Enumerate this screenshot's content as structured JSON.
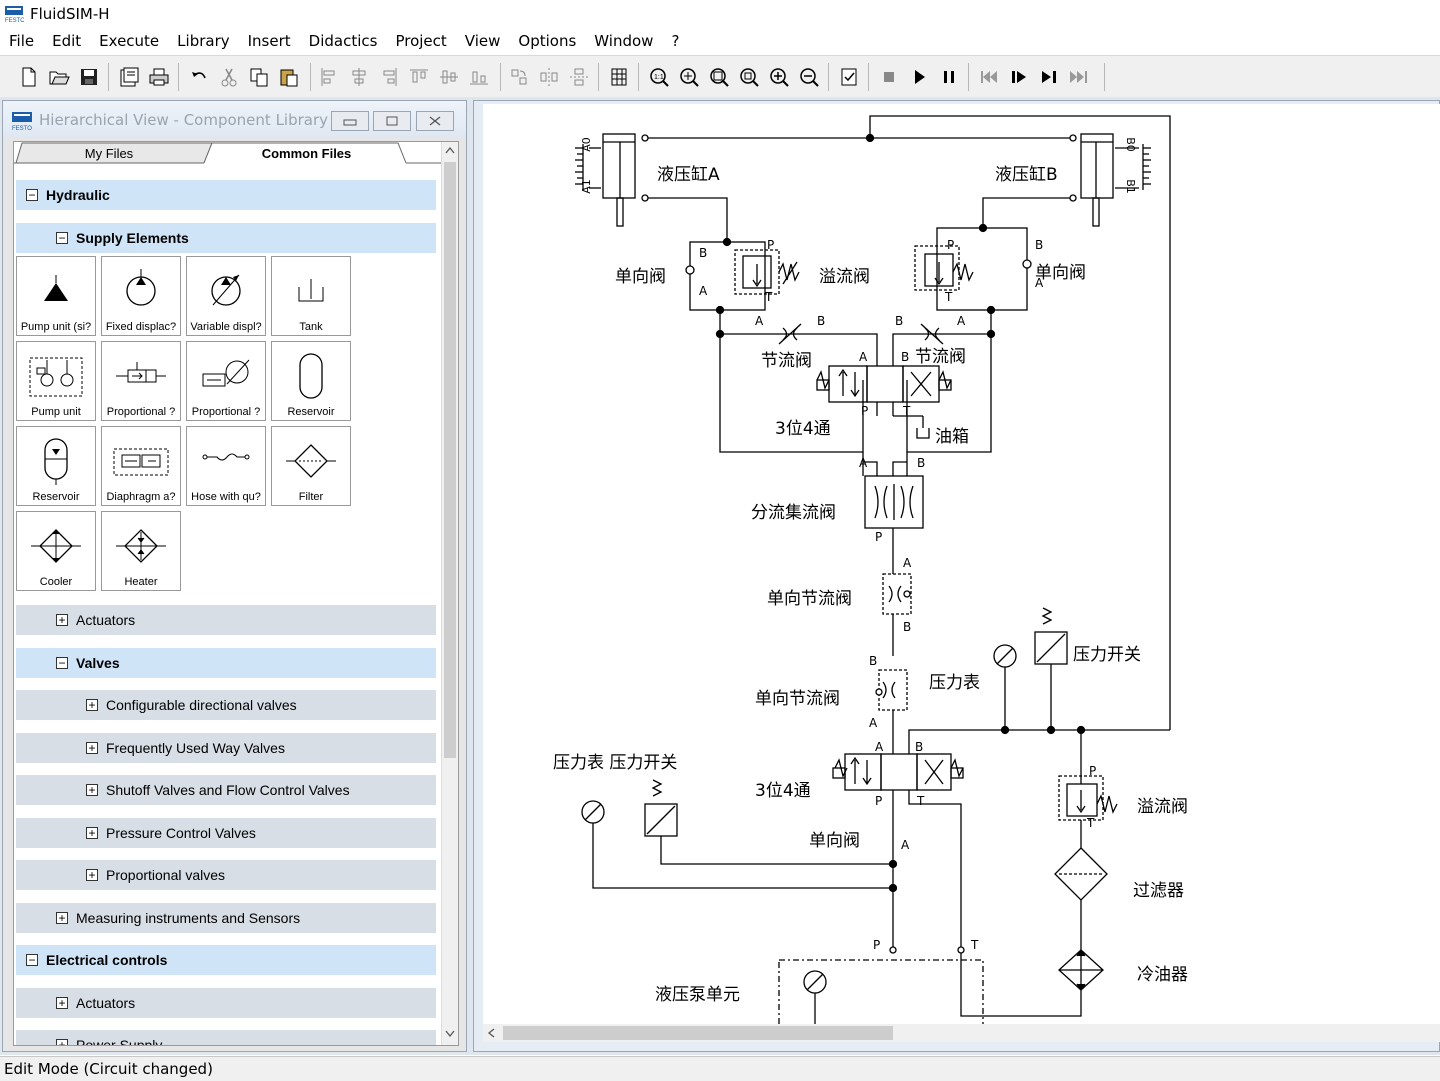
{
  "app": {
    "title": "FluidSIM-H"
  },
  "menu": [
    "File",
    "Edit",
    "Execute",
    "Library",
    "Insert",
    "Didactics",
    "Project",
    "View",
    "Options",
    "Window",
    "?"
  ],
  "toolbar": {
    "icons": [
      "new-file-icon",
      "open-folder-icon",
      "save-icon",
      "print-preview-icon",
      "print-icon",
      "undo-icon",
      "cut-icon",
      "copy-icon",
      "paste-icon",
      "align-left-icon",
      "align-center-icon",
      "align-right-icon",
      "align-top-icon",
      "align-middle-icon",
      "align-bottom-icon",
      "rotate-icon",
      "flip-horizontal-icon",
      "flip-vertical-icon",
      "grid-icon",
      "zoom-fit-icon",
      "zoom-window-icon",
      "zoom-all-icon",
      "zoom-previous-icon",
      "zoom-in-icon",
      "zoom-out-icon",
      "check-icon",
      "stop-icon",
      "play-icon",
      "pause-icon",
      "reset-icon",
      "step-icon",
      "step-forward-icon",
      "fast-forward-icon"
    ]
  },
  "library_window": {
    "title": "Hierarchical View - Component Library",
    "tabs": {
      "my_files": "My Files",
      "common_files": "Common Files"
    },
    "tree": {
      "hydraulic": "Hydraulic",
      "supply_elements": "Supply Elements",
      "actuators": "Actuators",
      "valves": "Valves",
      "configurable_valves": "Configurable directional valves",
      "way_valves": "Frequently Used Way Valves",
      "shutoff_valves": "Shutoff Valves and Flow Control Valves",
      "pressure_valves": "Pressure Control Valves",
      "proportional_valves": "Proportional valves",
      "measuring": "Measuring instruments and Sensors",
      "electrical": "Electrical controls",
      "elec_actuators": "Actuators",
      "power_supply": "Power Supply"
    },
    "tiles": [
      "Pump unit (si?",
      "Fixed displac?",
      "Variable displ?",
      "Tank",
      "Pump unit",
      "Proportional ?",
      "Proportional ?",
      "Reservoir",
      "Reservoir",
      "Diaphragm a?",
      "Hose with qu?",
      "Filter",
      "Cooler",
      "Heater"
    ]
  },
  "circuit": {
    "cyl_a": "液压缸A",
    "cyl_b": "液压缸B",
    "check_valve": "单向阀",
    "relief_valve": "溢流阀",
    "throttle_valve": "节流阀",
    "valve_3_4": "3位4通",
    "tank": "油箱",
    "flow_divider": "分流集流阀",
    "check_throttle": "单向节流阀",
    "pressure_gauge": "压力表",
    "pressure_switch": "压力开关",
    "gauge_switch": "压力表 压力开关",
    "filter": "过滤器",
    "cooler": "冷油器",
    "pump_unit": "液压泵单元",
    "ports": {
      "a": "A",
      "b": "B",
      "p": "P",
      "t": "T",
      "a0": "A0",
      "a1": "A1",
      "b0": "B0",
      "b1": "B1"
    }
  },
  "status": {
    "text": "Edit Mode (Circuit changed)"
  }
}
